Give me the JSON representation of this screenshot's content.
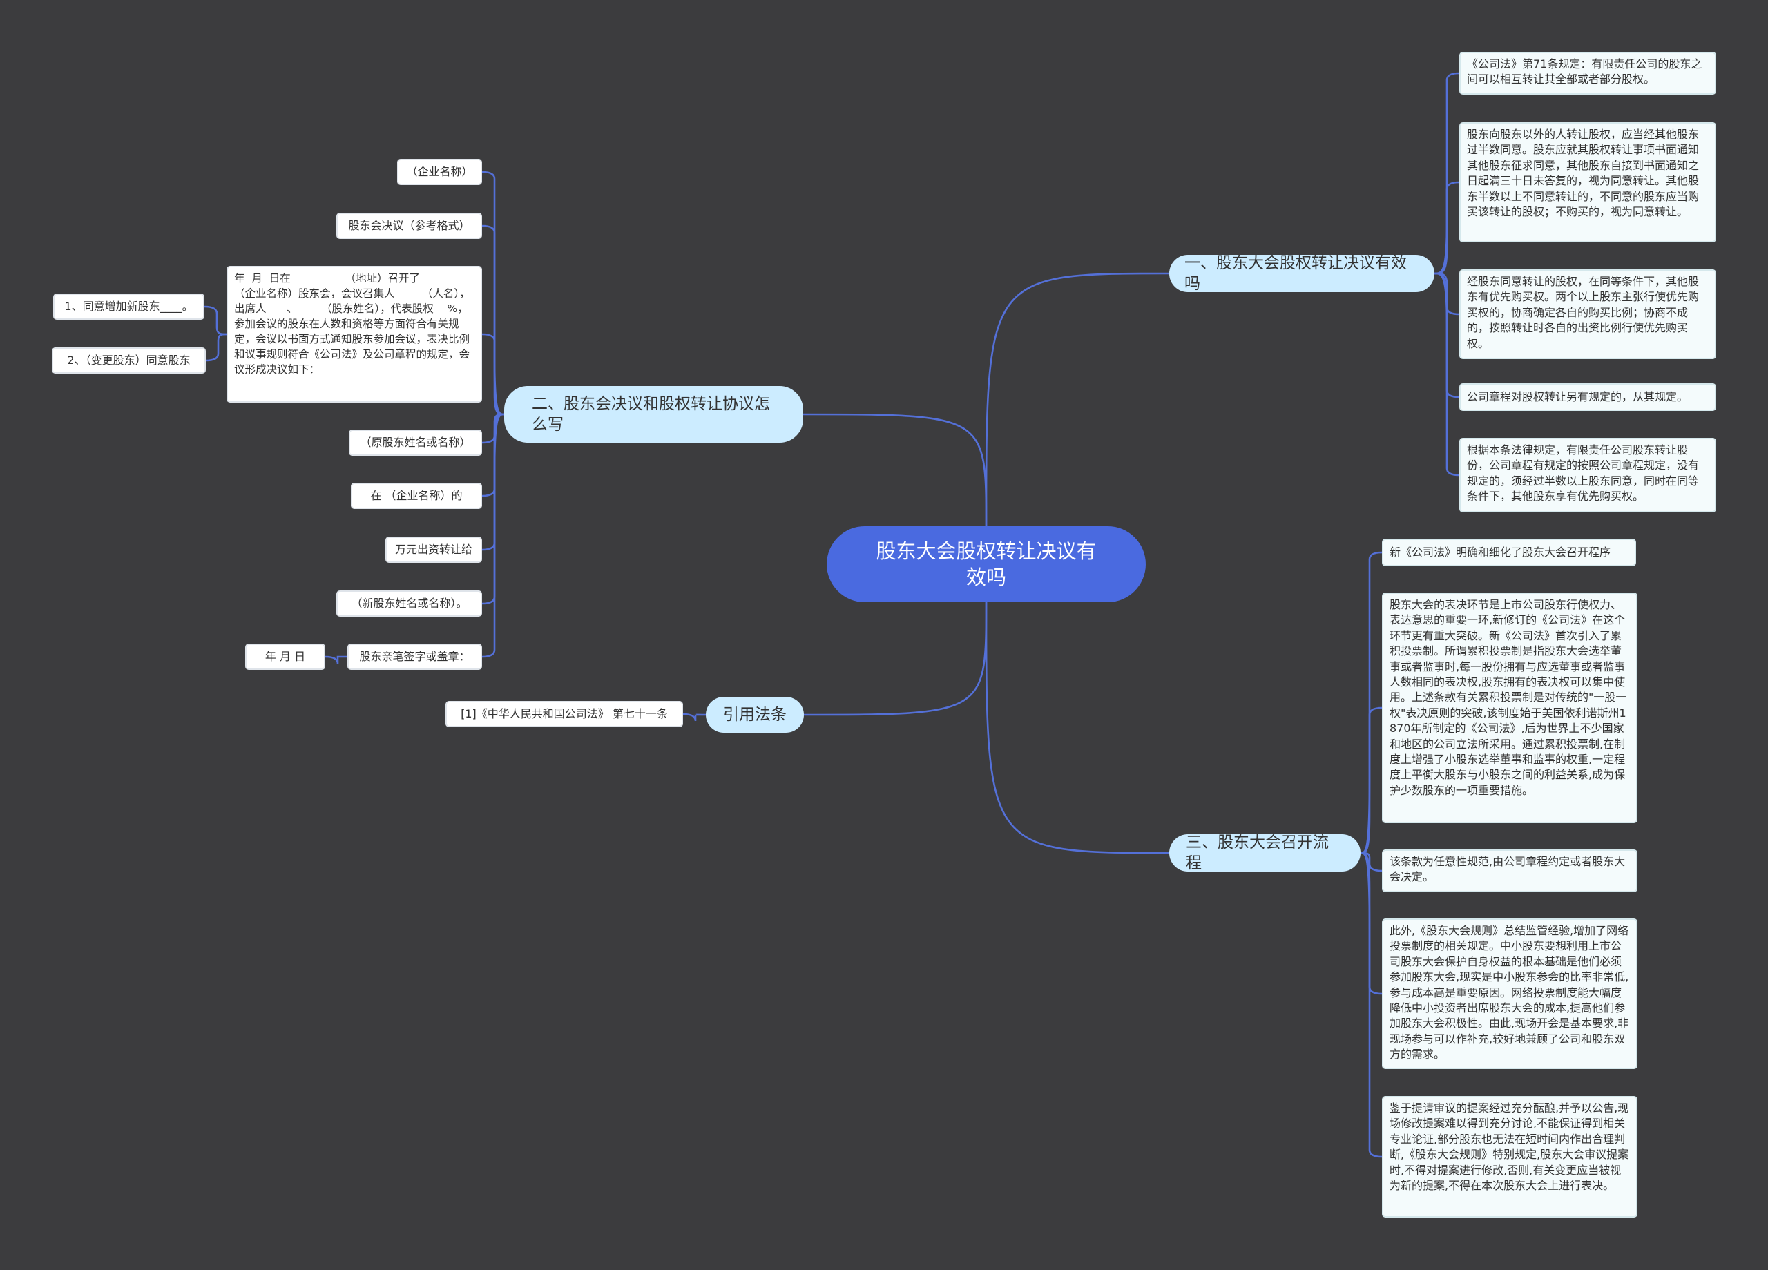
{
  "root": {
    "text": "股东大会股权转让决议有效吗"
  },
  "branches": {
    "b1": {
      "text": "一、股东大会股权转让决议有效吗"
    },
    "b2": {
      "text": "二、股东会决议和股权转让协议怎么写"
    },
    "b3": {
      "text": "引用法条"
    },
    "b4": {
      "text": "三、股东大会召开流程"
    }
  },
  "b1_leaves": [
    {
      "text": "《公司法》第71条规定：有限责任公司的股东之间可以相互转让其全部或者部分股权。"
    },
    {
      "text": "股东向股东以外的人转让股权，应当经其他股东过半数同意。股东应就其股权转让事项书面通知其他股东征求同意，其他股东自接到书面通知之日起满三十日未答复的，视为同意转让。其他股东半数以上不同意转让的，不同意的股东应当购买该转让的股权；不购买的，视为同意转让。"
    },
    {
      "text": "经股东同意转让的股权，在同等条件下，其他股东有优先购买权。两个以上股东主张行使优先购买权的，协商确定各自的购买比例；协商不成的，按照转让时各自的出资比例行使优先购买权。"
    },
    {
      "text": "公司章程对股权转让另有规定的，从其规定。"
    },
    {
      "text": "根据本条法律规定，有限责任公司股东转让股份，公司章程有规定的按照公司章程规定，没有规定的，须经过半数以上股东同意，同时在同等条件下，其他股东享有优先购买权。"
    }
  ],
  "b2_leaves": [
    {
      "text": "（企业名称）"
    },
    {
      "text": "股东会决议（参考格式）"
    },
    {
      "text": "年  月  日在                （地址）召开了                （企业名称）股东会，会议召集人        （人名），出席人      、       （股东姓名），代表股权    %，参加会议的股东在人数和资格等方面符合有关规定，会议以书面方式通知股东参加会议，表决比例和议事规则符合《公司法》及公司章程的规定，会议形成决议如下："
    },
    {
      "text": "（原股东姓名或名称）"
    },
    {
      "text": "在        （企业名称）的"
    },
    {
      "text": "万元出资转让给"
    },
    {
      "text": "（新股东姓名或名称）。"
    },
    {
      "text": "股东亲笔签字或盖章："
    }
  ],
  "b2_sub_leaves": [
    {
      "text": "1、同意增加新股东____。"
    },
    {
      "text": "2、（变更股东）同意股东"
    },
    {
      "text": "年      月      日"
    }
  ],
  "b3_leaves": [
    {
      "text": "[1]《中华人民共和国公司法》 第七十一条"
    }
  ],
  "b4_leaves": [
    {
      "text": "新《公司法》明确和细化了股东大会召开程序"
    },
    {
      "text": "股东大会的表决环节是上市公司股东行使权力、表达意思的重要一环,新修订的《公司法》在这个环节更有重大突破。新《公司法》首次引入了累积投票制。所谓累积投票制是指股东大会选举董事或者监事时,每一股份拥有与应选董事或者监事人数相同的表决权,股东拥有的表决权可以集中使用。上述条款有关累积投票制是对传统的\"一股一权\"表决原则的突破,该制度始于美国依利诺斯州1870年所制定的《公司法》,后为世界上不少国家和地区的公司立法所采用。通过累积投票制,在制度上增强了小股东选举董事和监事的权重,一定程度上平衡大股东与小股东之间的利益关系,成为保护少数股东的一项重要措施。"
    },
    {
      "text": "该条款为任意性规范,由公司章程约定或者股东大会决定。"
    },
    {
      "text": "此外,《股东大会规则》总结监管经验,增加了网络投票制度的相关规定。中小股东要想利用上市公司股东大会保护自身权益的根本基础是他们必须参加股东大会,现实是中小股东参会的比率非常低,参与成本高是重要原因。网络投票制度能大幅度降低中小投资者出席股东大会的成本,提高他们参加股东大会积极性。由此,现场开会是基本要求,非现场参与可以作补充,较好地兼顾了公司和股东双方的需求。"
    },
    {
      "text": "鉴于提请审议的提案经过充分酝酿,并予以公告,现场修改提案难以得到充分讨论,不能保证得到相关专业论证,部分股东也无法在短时间内作出合理判断,《股东大会规则》特别规定,股东大会审议提案时,不得对提案进行修改,否则,有关变更应当被视为新的提案,不得在本次股东大会上进行表决。"
    }
  ],
  "colors": {
    "background": "#3c3c3e",
    "connector": "#5470d8",
    "root_fill": "#4a6ae0",
    "branch_fill": "#ccecff",
    "leaf_fill": "#ffffff"
  }
}
